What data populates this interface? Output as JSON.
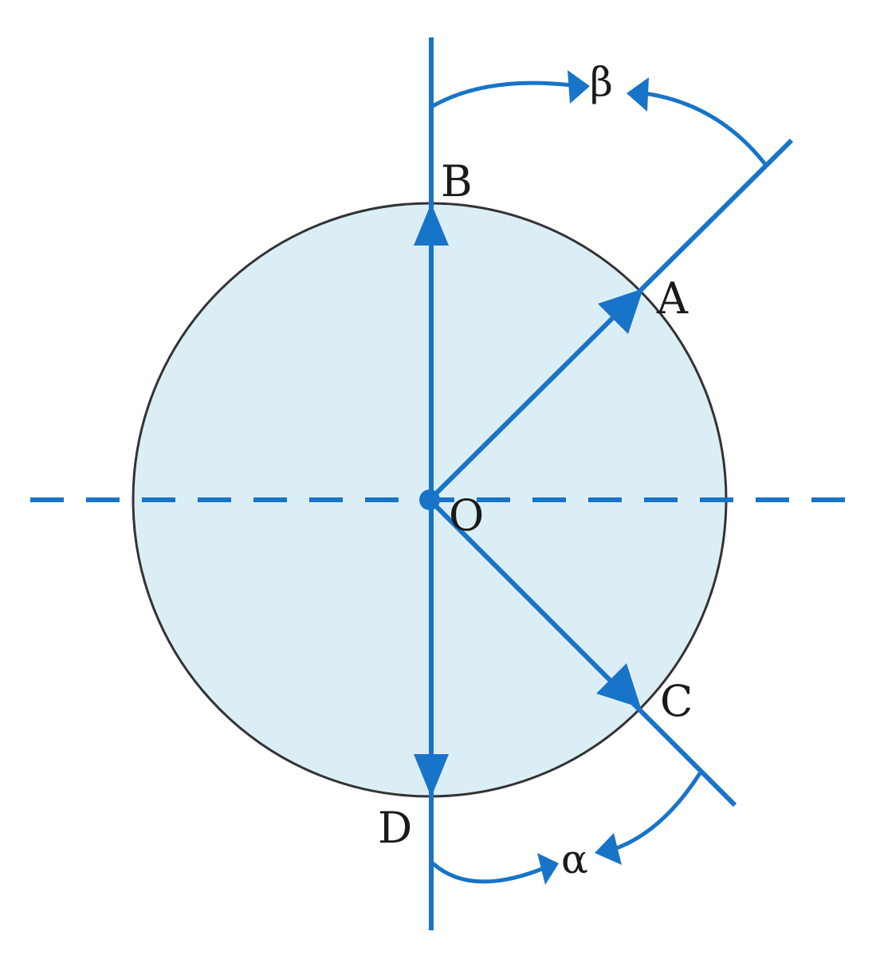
{
  "diagram": {
    "points": {
      "B": "B",
      "A": "A",
      "O": "O",
      "C": "C",
      "D": "D"
    },
    "angles": {
      "beta": "β",
      "alpha": "α"
    },
    "colors": {
      "line": "#1874c8",
      "circle_fill": "#dceef5",
      "circle_stroke": "#333333",
      "text": "#1a1a1a"
    }
  }
}
